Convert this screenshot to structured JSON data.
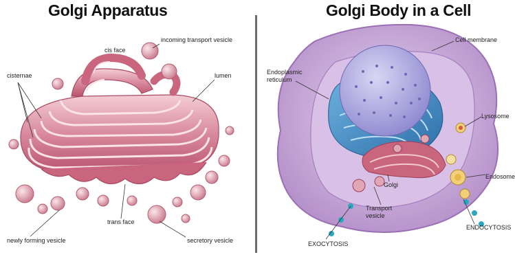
{
  "left": {
    "title": "Golgi Apparatus",
    "labels": {
      "cis_face": "cis face",
      "incoming_vesicle": "incoming transport vesicle",
      "lumen": "lumen",
      "cisternae": "cisternae",
      "trans_face": "trans face",
      "newly_forming": "newly forming vesicle",
      "secretory": "secretory vesicle"
    }
  },
  "right": {
    "title": "Golgi Body in a Cell",
    "labels": {
      "cell_membrane": "Cell membrane",
      "er": "Endoplasmic reticulum",
      "lysosome": "Lysosome",
      "endosome": "Endosome",
      "golgi": "Golgi",
      "transport_vesicle": "Transport vesicle",
      "exocytosis": "EXOCYTOSIS",
      "endocytosis": "ENDOCYTOSIS"
    }
  },
  "colors": {
    "golgi_pink": "#c9667e",
    "golgi_light": "#efc3cc",
    "cell_purple": "#c7a6d6",
    "nucleus": "#a9a6dc",
    "er_blue": "#3f89c4"
  }
}
